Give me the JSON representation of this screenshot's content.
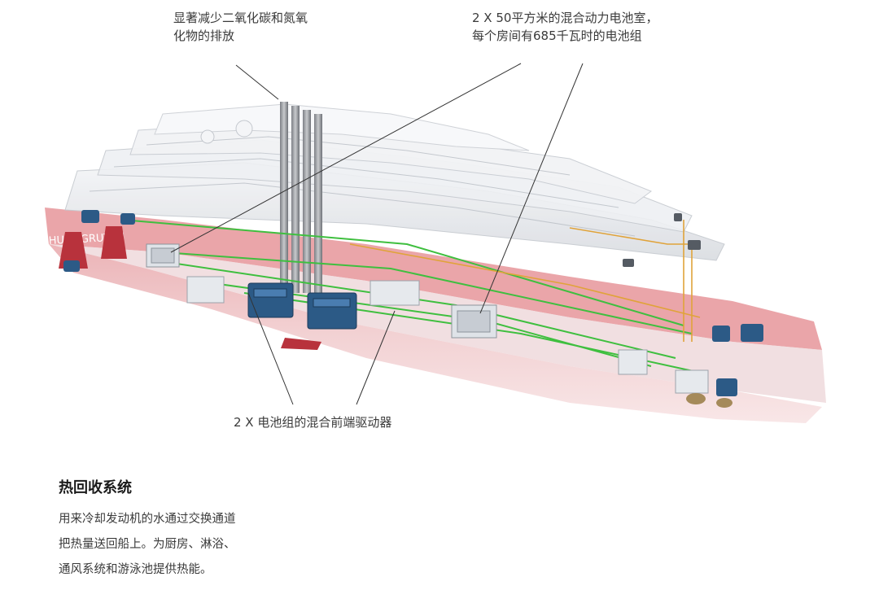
{
  "callouts": {
    "emission": "显著减少二氧化碳和氮氧\n化物的排放",
    "battery_room": "2 X 50平方米的混合动力电池室，\n每个房间有685千瓦时的电池组",
    "front_drive": "2 X 电池组的混合前端驱动器"
  },
  "heat_recovery": {
    "title": "热回收系统",
    "lines": [
      "用来冷却发动机的水通过交换通道",
      "把热量送回船上。为厨房、淋浴、",
      "通风系统和游泳池提供热能。"
    ]
  },
  "hull_name": "HURTIGRUTEN",
  "colors": {
    "hull_red": "#d95b62",
    "superstructure": "#e9ebee",
    "power_green": "#3fbf3f",
    "heat_orange": "#e0a33a",
    "machinery_blue": "#2c5a86",
    "callout_line": "#333333"
  }
}
